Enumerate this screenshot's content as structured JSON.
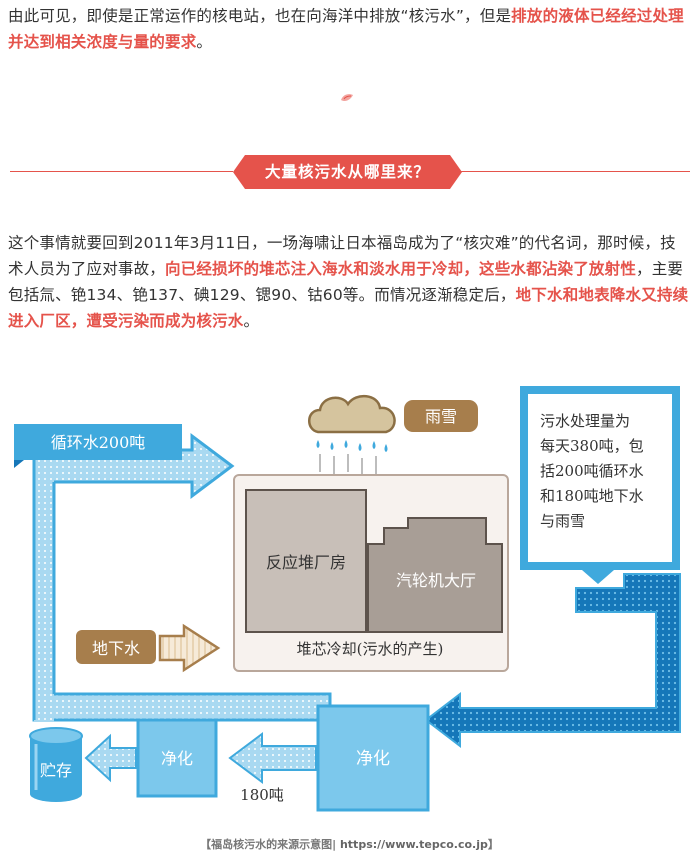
{
  "intro": {
    "normal": "由此可见，即使是正常运作的核电站，也在向海洋中排放“核污水”，但是",
    "highlight": "排放的液体已经经过处理并达到相关浓度与量的要求",
    "end": "。"
  },
  "section": {
    "heading": "大量核污水从哪里来？"
  },
  "body": {
    "t1": "这个事情就要回到2011年3月11日，一场海啸让日本福岛成为了“核灾难”的代名词，那时候，技术人员为了应对事故，",
    "h1": "向已经损坏的堆芯注入海水和淡水用于冷却，这些水都沾染了放射性",
    "t2": "，主要包括氚、铯134、铯137、碘129、锶90、钴60等。而情况逐渐稳定后，",
    "h2": "地下水和地表降水又持续进入厂区，遭受污染而成为核污水",
    "t3": "。"
  },
  "diagram": {
    "recirculation_label": "循环水200吨",
    "rain_snow_label": "雨雪",
    "treatment_note_lines": [
      "污水处理量为",
      "每天380吨，包",
      "括200吨循环水",
      "和180吨地下水",
      "与雨雪"
    ],
    "reactor_building": "反应堆厂房",
    "turbine_hall": "汽轮机大厅",
    "core_cooling": "堆芯冷却(污水的产生)",
    "groundwater_label": "地下水",
    "purify_label_1": "净化",
    "purify_label_2": "净化",
    "storage_label": "贮存",
    "amount_label": "180吨",
    "colors": {
      "pipe_blue": "#3fa9dd",
      "light_blue": "#a9d9f1",
      "box_blue": "#7cc8ec",
      "dark_blue": "#1577b9",
      "brown_label": "#a77e4c",
      "building_grey": "#c8bfb8",
      "turbine_grey": "#a89e96"
    }
  },
  "caption": {
    "text": "【福岛核污水的来源示意图|",
    "url": "https://www.tepco.co.jp",
    "end": "】"
  }
}
